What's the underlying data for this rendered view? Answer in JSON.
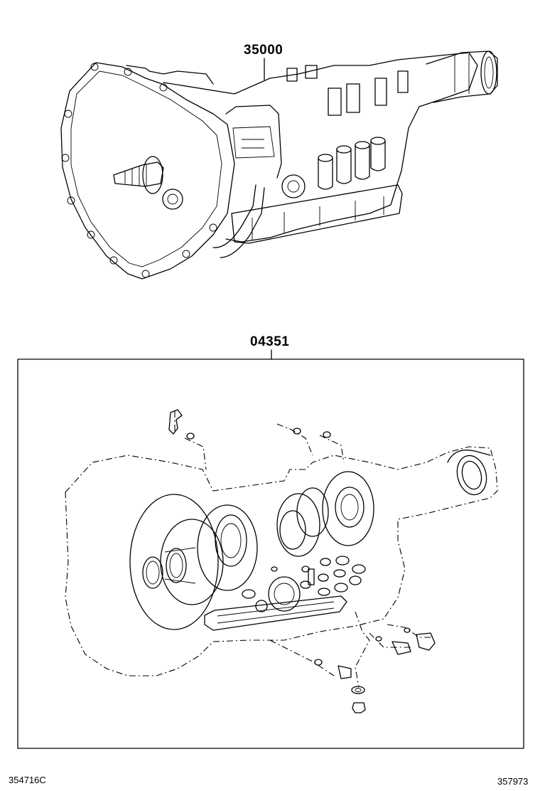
{
  "callouts": {
    "assembly_part_no": "35000",
    "kit_part_no": "04351"
  },
  "footer": {
    "left_ref": "354716C",
    "right_ref": "357973"
  },
  "colors": {
    "line": "#000000",
    "background": "#ffffff"
  }
}
